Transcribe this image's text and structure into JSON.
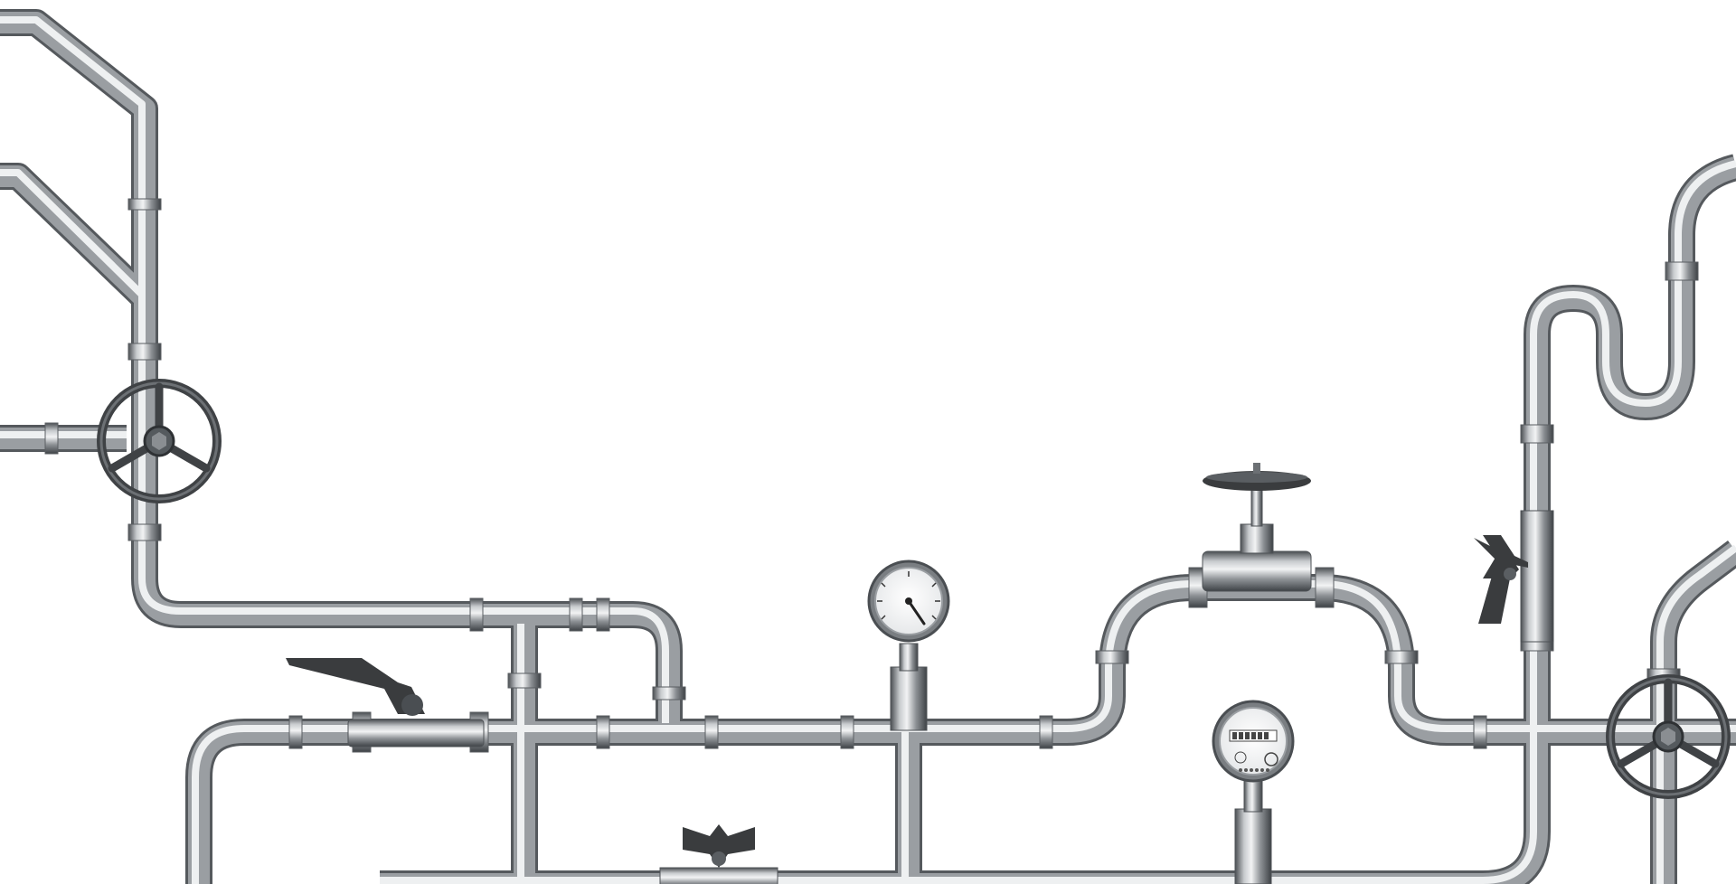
{
  "scene": {
    "subject": "industrial-pipe-network",
    "colors": {
      "background": "#ffffff",
      "pipe_light": "#d6d8da",
      "pipe_mid": "#9a9ea2",
      "pipe_dark": "#4a4e52",
      "handle_dark": "#3a3c3e",
      "gauge_face": "#fafafa"
    },
    "components": [
      {
        "kind": "handwheel-valve",
        "icon": "handwheel-icon",
        "count": 2
      },
      {
        "kind": "globe-valve",
        "icon": "valve-wheel-icon",
        "count": 1
      },
      {
        "kind": "ball-valve-lever",
        "icon": "lever-handle-icon",
        "count": 1
      },
      {
        "kind": "butterfly-valve",
        "icon": "butterfly-handle-icon",
        "count": 2
      },
      {
        "kind": "pressure-gauge",
        "icon": "gauge-icon",
        "count": 1
      },
      {
        "kind": "water-meter",
        "icon": "meter-icon",
        "count": 1
      }
    ]
  }
}
